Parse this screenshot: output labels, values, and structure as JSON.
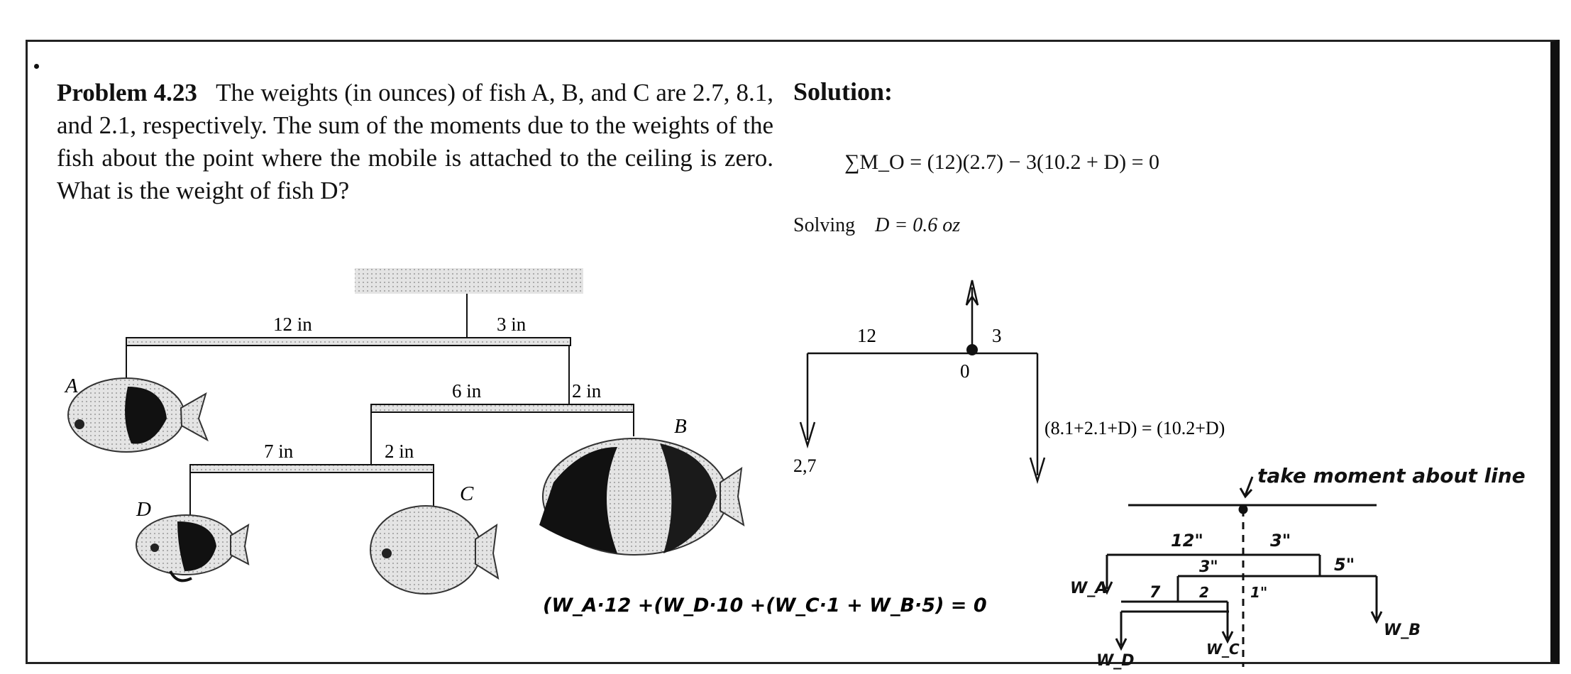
{
  "problem": {
    "label": "Problem 4.23",
    "text": "The weights (in ounces) of fish A, B, and C are 2.7, 8.1, and 2.1, respectively. The sum of the moments due to the weights of the fish about the point where the mobile is attached to the ceiling is zero. What is the weight of fish D?"
  },
  "solution": {
    "heading": "Solution:",
    "moment_eq": "∑M_O = (12)(2.7) − 3(10.2 + D) = 0",
    "solving_label": "Solving",
    "result": "D = 0.6 oz"
  },
  "mobile_figure": {
    "dims": {
      "top_left": "12 in",
      "top_right": "3 in",
      "mid_left": "6 in",
      "mid_right": "2 in",
      "low_left": "7 in",
      "low_right": "2 in"
    },
    "fish_labels": {
      "a": "A",
      "b": "B",
      "c": "C",
      "d": "D"
    }
  },
  "fbd": {
    "left_arm": "12",
    "right_arm": "3",
    "origin": "0",
    "left_load": "2,7",
    "right_load": "(8.1+2.1+D) = (10.2+D)"
  },
  "handwritten": {
    "moment_sum": "(W_A·12 +(W_D·10 +(W_C·1 + W_B·5) = 0",
    "note": "take moment about line",
    "sketch": {
      "d12": "12\"",
      "d3": "3\"",
      "d5": "5\"",
      "d3b": "3\"",
      "d7": "7",
      "d2": "2",
      "d1": "1\"",
      "wa": "W_A",
      "wb": "W_B",
      "wc": "W_C",
      "wd": "W_D"
    }
  }
}
